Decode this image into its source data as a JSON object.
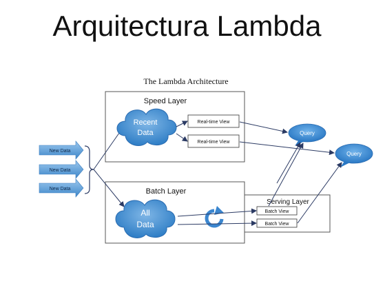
{
  "slide": {
    "title": "Arquitectura Lambda"
  },
  "diagram": {
    "title": "The Lambda Architecture",
    "speed_layer": {
      "label": "Speed Layer",
      "cloud": [
        "Recent",
        "Data"
      ],
      "views": [
        "Real-time View",
        "Real-time View"
      ]
    },
    "batch_layer": {
      "label": "Batch Layer",
      "cloud": [
        "All",
        "Data"
      ]
    },
    "serving_layer": {
      "label": "Serving Layer",
      "views": [
        "Batch View",
        "Batch View"
      ]
    },
    "inputs": [
      "New Data",
      "New Data",
      "New Data"
    ],
    "queries": [
      "Query",
      "Query"
    ]
  }
}
